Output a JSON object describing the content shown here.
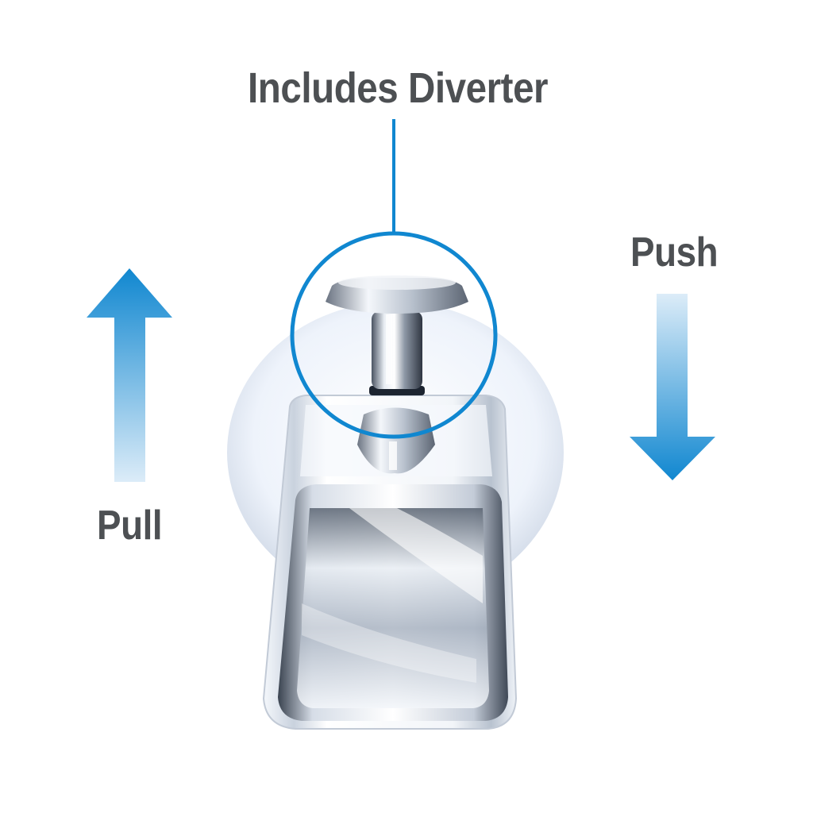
{
  "labels": {
    "title": "Includes Diverter",
    "push": "Push",
    "pull": "Pull"
  },
  "colors": {
    "text": "#4d5053",
    "accent": "#1087d0",
    "chrome_light": "#eef3fa",
    "chrome_dark": "#1c2430"
  },
  "icons": {
    "up_arrow": "arrow-up-icon",
    "down_arrow": "arrow-down-icon",
    "callout": "callout-circle-icon"
  }
}
